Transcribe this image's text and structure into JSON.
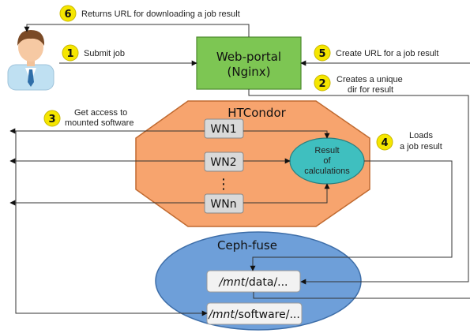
{
  "steps": {
    "s1": {
      "num": "1",
      "text": "Submit job"
    },
    "s2": {
      "num": "2",
      "line1": "Creates a unique",
      "line2": "dir for result"
    },
    "s3": {
      "num": "3",
      "line1": "Get access to",
      "line2": "mounted software"
    },
    "s4": {
      "num": "4",
      "line1": "Loads",
      "line2": "a job result"
    },
    "s5": {
      "num": "5",
      "text": "Create URL for a job result"
    },
    "s6": {
      "num": "6",
      "text": "Returns URL for downloading a job result"
    }
  },
  "webportal": {
    "line1": "Web-portal",
    "line2": "(Nginx)"
  },
  "htcondor": {
    "title": "HTCondor",
    "wn1": "WN1",
    "wn2": "WN2",
    "dots": "⋮",
    "wnn": "WNn"
  },
  "result": {
    "line1": "Result",
    "line2": "of",
    "line3": "calculations"
  },
  "ceph": {
    "title": "Ceph-fuse",
    "data_pre": "/mnt",
    "data_post": "/data/...",
    "soft_pre": "/mnt",
    "soft_post": "/software/..."
  },
  "colors": {
    "badge": "#f5e600",
    "webportal": "#7dc653",
    "htcondor": "#f7a46e",
    "result": "#3fbfbf",
    "ceph": "#6e9fd9"
  }
}
